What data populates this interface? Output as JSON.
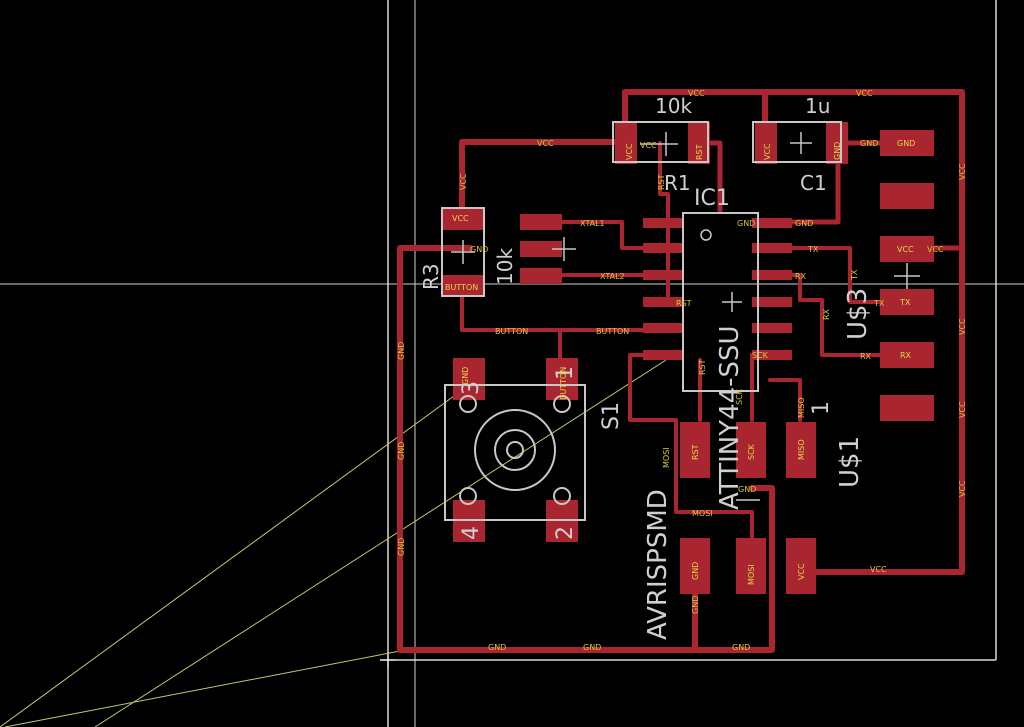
{
  "colors": {
    "background": "#000000",
    "copper": "#a9252f",
    "silk": "#d0d0d0",
    "net_label": "#d8c73a",
    "airwire": "#c9c86a"
  },
  "net_labels": {
    "vcc": "VCC",
    "gnd": "GND",
    "xtal1": "XTAL1",
    "xtal2": "XTAL2",
    "button": "BUTTON",
    "rst": "RST",
    "tx": "TX",
    "rx": "RX",
    "mosi": "MOSI",
    "miso": "MISO",
    "sck": "SCK"
  },
  "components": {
    "r1": {
      "name": "R1",
      "value": "10k",
      "pin1": "VCC",
      "pin2": "RST"
    },
    "c1": {
      "name": "C1",
      "value": "1u",
      "pin1": "VCC",
      "pin2": "GND"
    },
    "r3": {
      "name": "R3",
      "value": "10k",
      "pin1": "VCC",
      "pin2": "BUTTON"
    },
    "ic1": {
      "name": "IC1",
      "value": "ATTINY44-SSU"
    },
    "s1": {
      "name": "S1",
      "pins": [
        "1",
        "2",
        "3",
        "4"
      ],
      "pin_gnd": "GND",
      "pin_button": "BUTTON"
    },
    "u3": {
      "name": "U$3",
      "pins": [
        "GND",
        "VCC",
        "TX",
        "RX"
      ]
    },
    "u1": {
      "name": "U$1",
      "value": "AVRISPSMD",
      "pin1": "1",
      "pads": [
        "RST",
        "SCK",
        "MISO",
        "GND",
        "MOSI",
        "VCC"
      ]
    }
  },
  "icons": [
    "origin-crosshair-icon",
    "component-origin-icon"
  ]
}
